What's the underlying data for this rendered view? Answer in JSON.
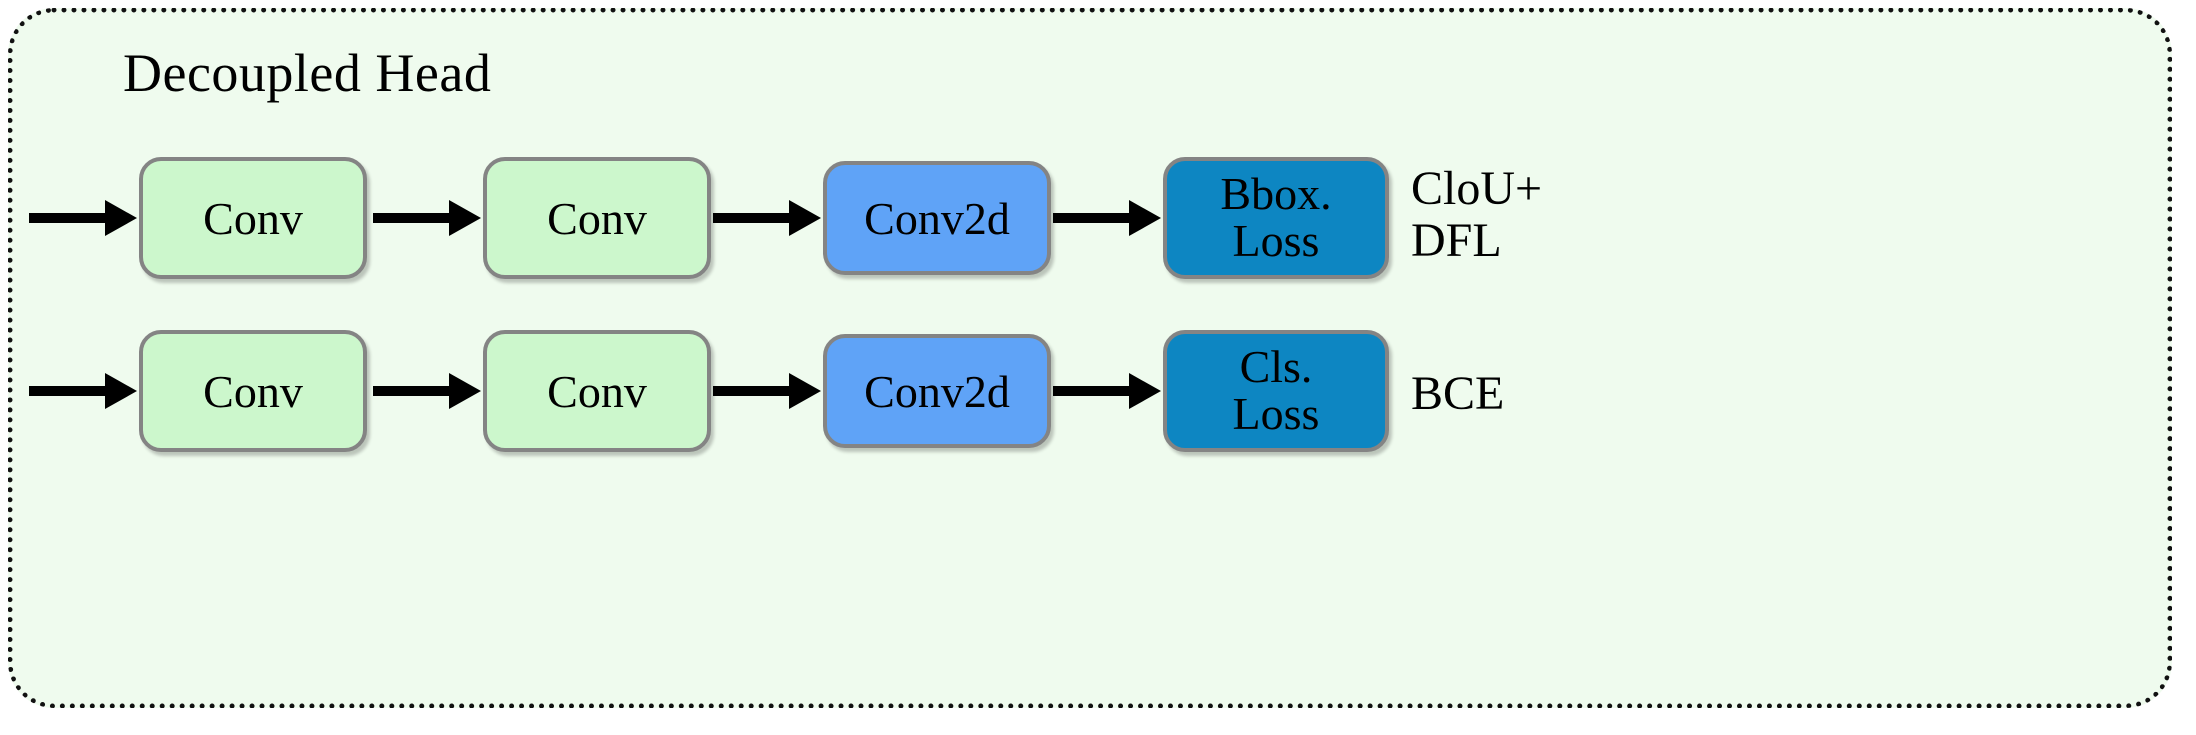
{
  "diagram": {
    "title": "Decoupled Head",
    "background_color": "#effbee",
    "border_style": "dotted",
    "border_color": "#111111",
    "branches": [
      {
        "id": "bbox",
        "nodes": [
          {
            "label": "Conv",
            "type": "conv",
            "color": "#ccf7cc"
          },
          {
            "label": "Conv",
            "type": "conv",
            "color": "#ccf7cc"
          },
          {
            "label": "Conv2d",
            "type": "conv2d",
            "color": "#5fa3f7"
          },
          {
            "label_line1": "Bbox.",
            "label_line2": "Loss",
            "type": "loss",
            "color": "#0d86c2"
          }
        ],
        "loss_function_line1": "CloU+",
        "loss_function_line2": "DFL"
      },
      {
        "id": "cls",
        "nodes": [
          {
            "label": "Conv",
            "type": "conv",
            "color": "#ccf7cc"
          },
          {
            "label": "Conv",
            "type": "conv",
            "color": "#ccf7cc"
          },
          {
            "label": "Conv2d",
            "type": "conv2d",
            "color": "#5fa3f7"
          },
          {
            "label_line1": "Cls.",
            "label_line2": "Loss",
            "type": "loss",
            "color": "#0d86c2"
          }
        ],
        "loss_function_line1": "BCE",
        "loss_function_line2": ""
      }
    ]
  }
}
